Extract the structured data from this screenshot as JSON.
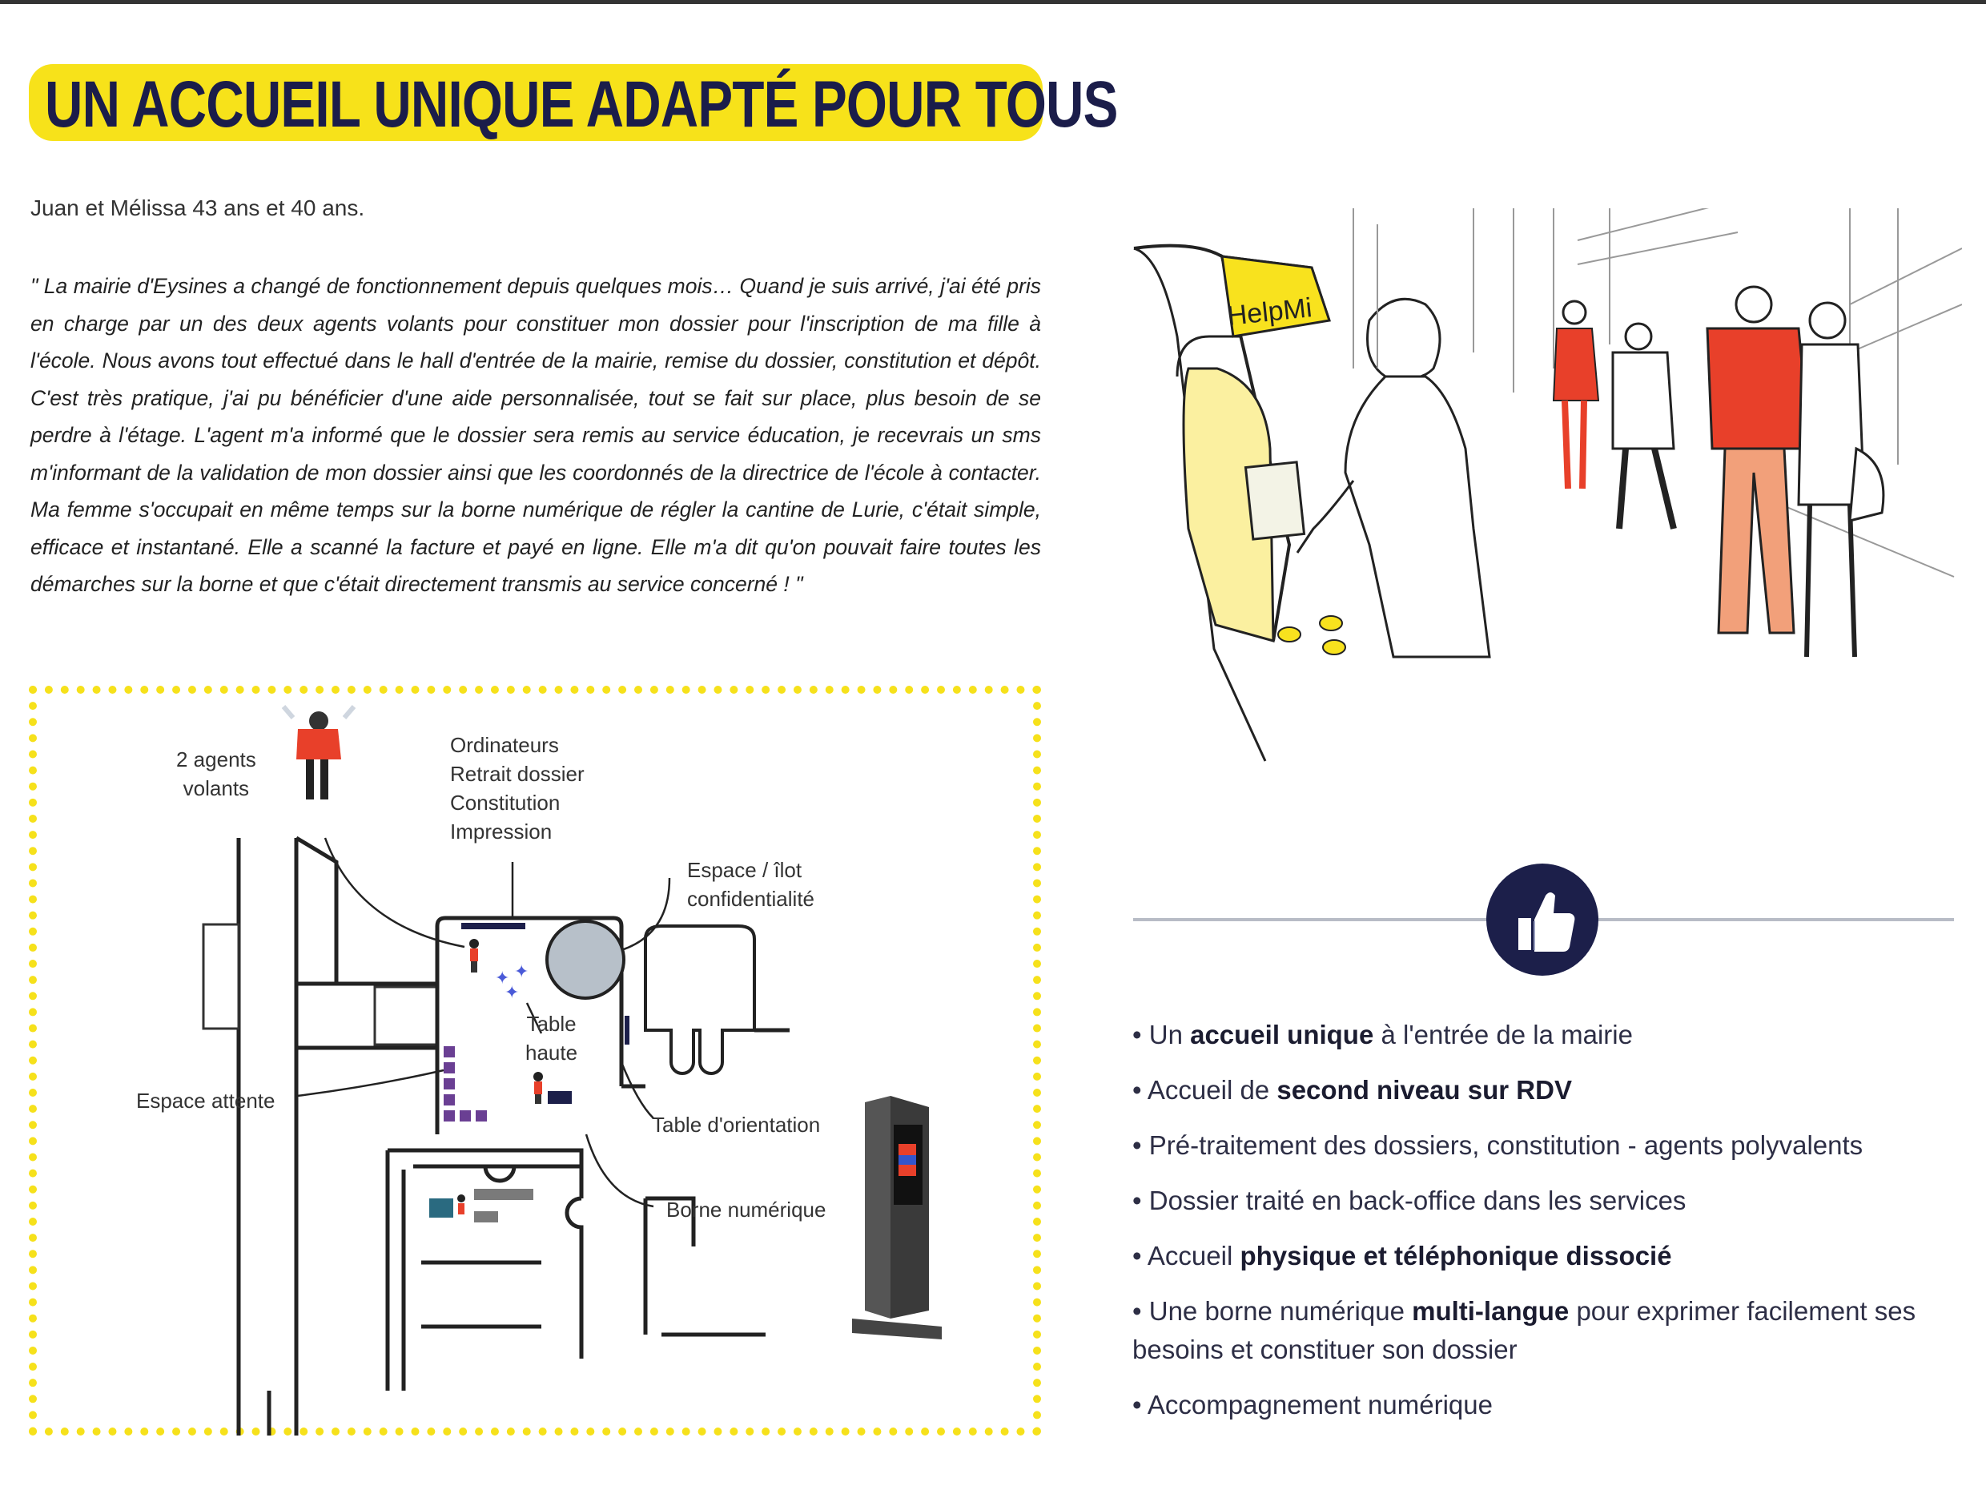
{
  "title": "UN ACCUEIL UNIQUE ADAPTÉ POUR TOUS",
  "intro": "Juan et Mélissa 43 ans et 40 ans.",
  "quote": "\" La mairie d'Eysines a changé de fonctionnement depuis quelques mois… Quand je suis arrivé, j'ai été pris en charge par un des deux agents volants pour constituer mon dossier pour l'inscription de ma fille à l'école. Nous avons tout effectué dans le hall d'entrée de la mairie, remise du dossier, constitution et dépôt. C'est très pratique, j'ai pu bénéficier d'une aide personnalisée, tout se fait sur place, plus besoin de se perdre à l'étage. L'agent m'a informé que le dossier sera remis au service éducation, je recevrais un sms m'informant de la validation de mon dossier ainsi que les coordonnés de la directrice de l'école à contacter. Ma femme s'occupait en même temps sur la borne numérique de régler la cantine de Lurie, c'était simple, efficace et instantané. Elle a scanné la facture et payé en ligne. Elle m'a dit qu'on pouvait faire toutes les démarches sur la borne et que c'était directement transmis au service concerné ! \"",
  "plan": {
    "agents": [
      "2 agents",
      "volants"
    ],
    "ordinateurs": [
      "Ordinateurs",
      "Retrait dossier",
      "Constitution",
      "Impression"
    ],
    "espace_ilot": [
      "Espace / îlot",
      "confidentialité"
    ],
    "table_haute": [
      "Table",
      "haute"
    ],
    "espace_attente": "Espace attente",
    "table_orientation": "Table d'orientation",
    "borne_numerique": "Borne numérique"
  },
  "illustration": {
    "kiosk_text": "HelpMi"
  },
  "benefits": [
    {
      "pre": "Un ",
      "bold": "accueil unique",
      "post": " à l'entrée de la mairie"
    },
    {
      "pre": "Accueil de ",
      "bold": "second niveau sur RDV",
      "post": ""
    },
    {
      "pre": "Pré-traitement des dossiers, constitution - agents polyvalents",
      "bold": "",
      "post": ""
    },
    {
      "pre": "Dossier traité en back-office dans les services",
      "bold": "",
      "post": ""
    },
    {
      "pre": "Accueil ",
      "bold": "physique et téléphonique dissocié",
      "post": ""
    },
    {
      "pre": "Une borne numérique ",
      "bold": "multi-langue",
      "post": " pour exprimer facilement ses besoins et constituer son dossier"
    },
    {
      "pre": "Accompagnement numérique",
      "bold": "",
      "post": ""
    }
  ],
  "colors": {
    "yellow": "#f7e21a",
    "navy": "#1c1f4a",
    "red": "#e8402a",
    "purple": "#6a3f93"
  }
}
